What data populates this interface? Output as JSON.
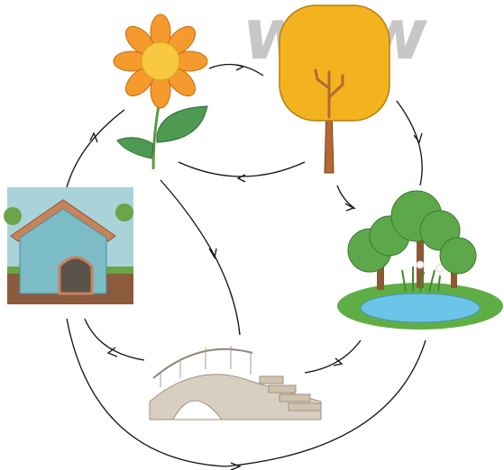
{
  "watermark": {
    "text": "www"
  },
  "nodes": [
    {
      "id": "flower",
      "icon": "flower-icon"
    },
    {
      "id": "tree",
      "icon": "tree-icon"
    },
    {
      "id": "pond",
      "icon": "pond-grove-icon"
    },
    {
      "id": "bridge",
      "icon": "bridge-icon"
    },
    {
      "id": "house",
      "icon": "house-icon"
    }
  ],
  "colors": {
    "petal": "#f59a2c",
    "petal_center": "#f9c843",
    "leaf": "#4e9a52",
    "tree_crown": "#f2b31f",
    "trunk": "#b36a32",
    "water": "#6cc4e8",
    "grass": "#5fae45",
    "house_wall": "#7bbcc7",
    "roof": "#c8835a",
    "stone": "#d9cfc0",
    "arrow": "#111111"
  }
}
